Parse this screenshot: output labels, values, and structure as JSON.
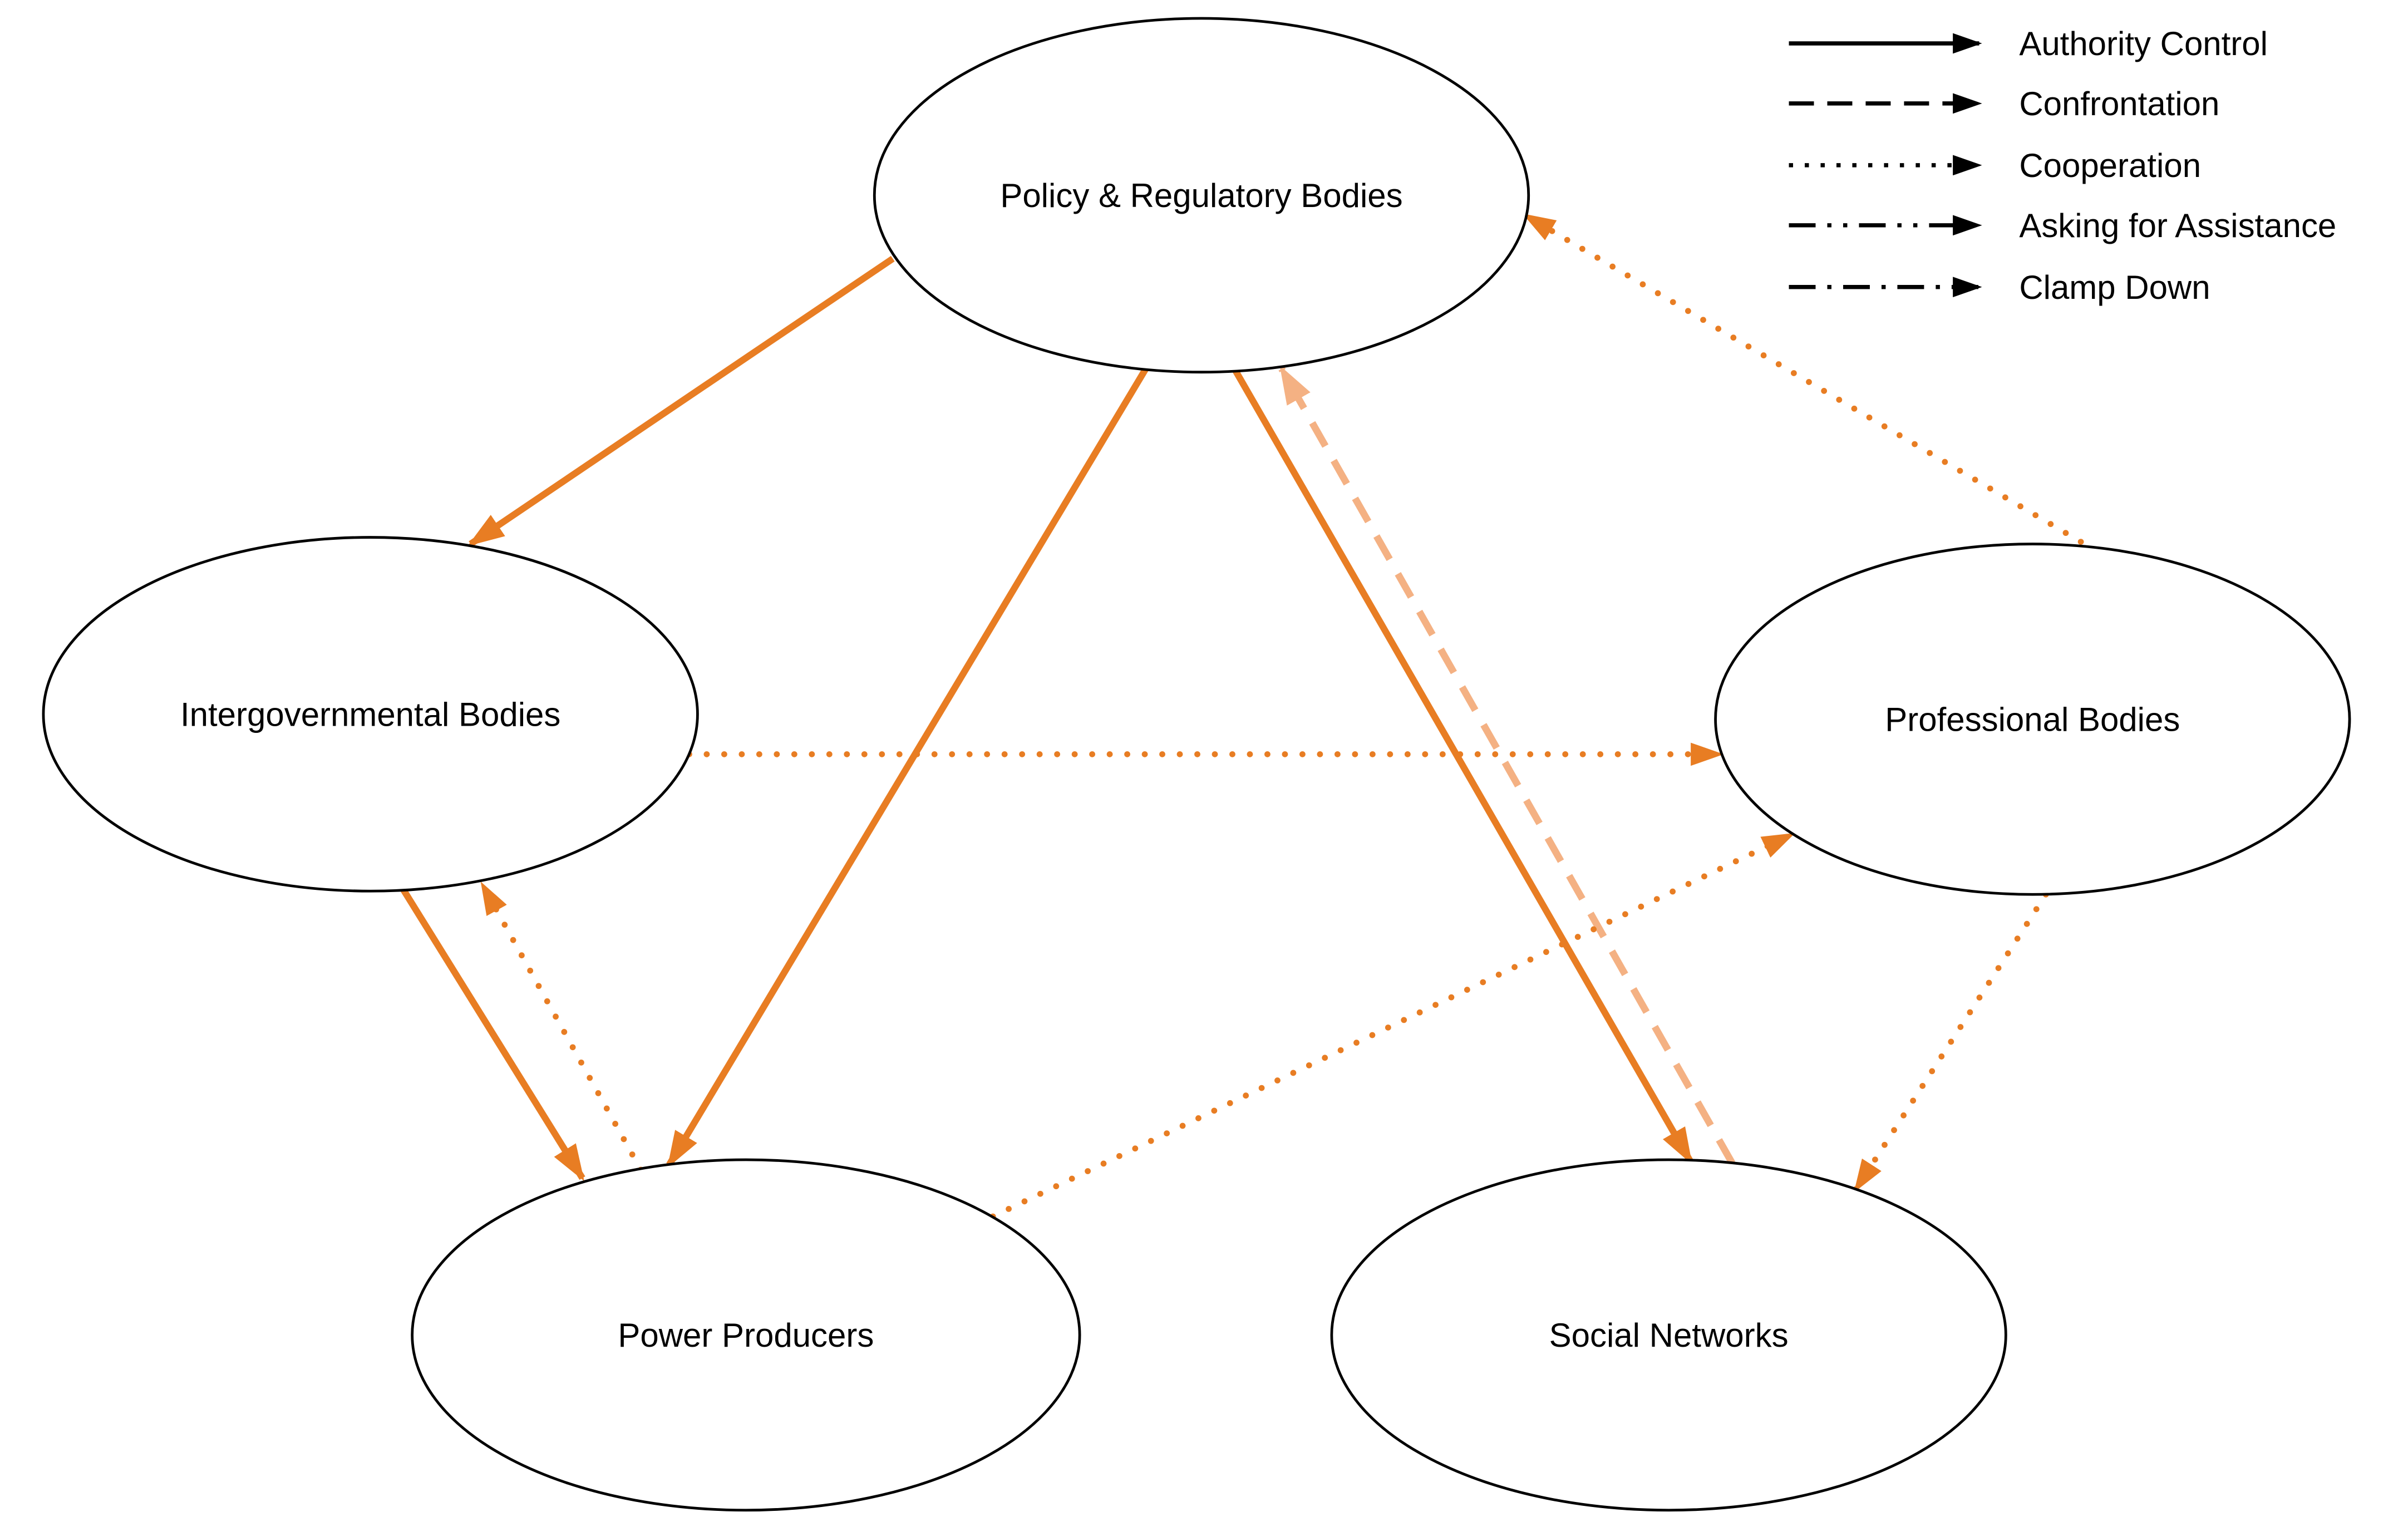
{
  "diagram": {
    "nodes": [
      {
        "id": "policy",
        "label": "Policy & Regulatory Bodies"
      },
      {
        "id": "intergovernmental",
        "label": "Intergovernmental Bodies"
      },
      {
        "id": "professional",
        "label": "Professional Bodies"
      },
      {
        "id": "power",
        "label": "Power Producers"
      },
      {
        "id": "social",
        "label": "Social Networks"
      }
    ],
    "edges": [
      {
        "from": "Policy & Regulatory Bodies",
        "to": "Intergovernmental Bodies",
        "type": "Authority Control",
        "style": "solid"
      },
      {
        "from": "Policy & Regulatory Bodies",
        "to": "Power Producers",
        "type": "Authority Control",
        "style": "solid"
      },
      {
        "from": "Policy & Regulatory Bodies",
        "to": "Social Networks",
        "type": "Authority Control",
        "style": "solid"
      },
      {
        "from": "Intergovernmental Bodies",
        "to": "Power Producers",
        "type": "Authority Control",
        "style": "solid"
      },
      {
        "from": "Social Networks",
        "to": "Policy & Regulatory Bodies",
        "type": "Confrontation",
        "style": "dashed"
      },
      {
        "from": "Professional Bodies",
        "to": "Policy & Regulatory Bodies",
        "type": "Cooperation",
        "style": "dotted"
      },
      {
        "from": "Intergovernmental Bodies",
        "to": "Professional Bodies",
        "type": "Cooperation",
        "style": "dotted"
      },
      {
        "from": "Power Producers",
        "to": "Intergovernmental Bodies",
        "type": "Cooperation",
        "style": "dotted"
      },
      {
        "from": "Power Producers",
        "to": "Professional Bodies",
        "type": "Cooperation",
        "style": "dotted"
      },
      {
        "from": "Professional Bodies",
        "to": "Social Networks",
        "type": "Cooperation",
        "style": "dotted"
      }
    ]
  },
  "legend": {
    "items": [
      {
        "label": "Authority Control",
        "style": "solid"
      },
      {
        "label": "Confrontation",
        "style": "dashed"
      },
      {
        "label": "Cooperation",
        "style": "dotted"
      },
      {
        "label": "Asking for Assistance",
        "style": "dash-dot-dot"
      },
      {
        "label": "Clamp Down",
        "style": "dash-dot"
      }
    ]
  },
  "colors": {
    "edge_primary": "#E87D23",
    "edge_light": "#F4B183",
    "legend_line": "#000000",
    "node_outline": "#000000",
    "node_fill": "#ffffff",
    "text": "#000000"
  }
}
